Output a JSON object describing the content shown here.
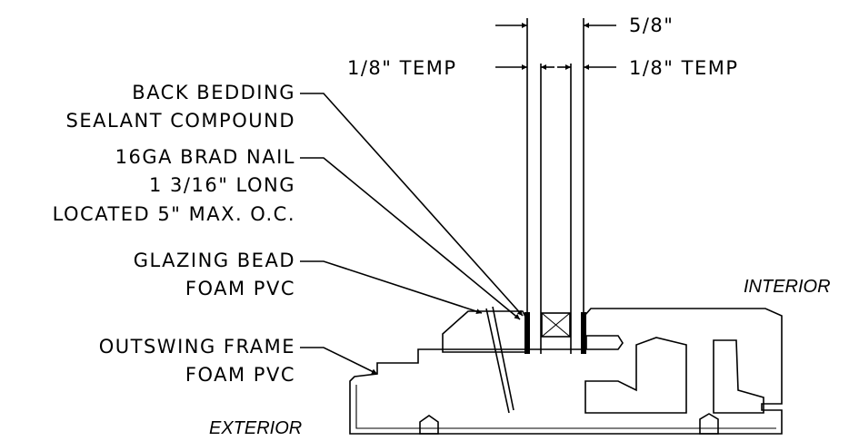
{
  "dimensions": {
    "overall": "5/8\"",
    "left_glass": "1/8\" TEMP",
    "right_glass": "1/8\" TEMP"
  },
  "callouts": {
    "sealant": {
      "line1": "BACK BEDDING",
      "line2": "SEALANT COMPOUND"
    },
    "nail": {
      "line1": "16GA BRAD NAIL",
      "line2": "1 3/16\" LONG",
      "line3": "LOCATED 5\" MAX. O.C."
    },
    "bead": {
      "line1": "GLAZING BEAD",
      "line2": "FOAM PVC"
    },
    "frame": {
      "line1": "OUTSWING FRAME",
      "line2": "FOAM PVC"
    }
  },
  "sides": {
    "interior": "INTERIOR",
    "exterior": "EXTERIOR"
  }
}
